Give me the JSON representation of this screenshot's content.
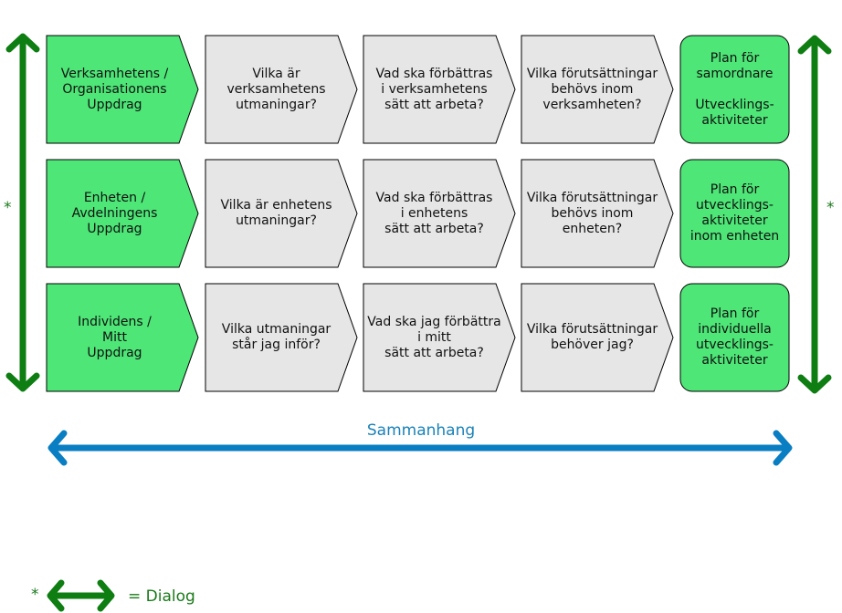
{
  "colors": {
    "green_fill": "#4de677",
    "grey_fill": "#e6e6e6",
    "dialog_green": "#0e7d12",
    "context_blue": "#0a7ec2",
    "text_dark": "#111111"
  },
  "rows": [
    {
      "mission": "Verksamhetens /\nOrganisationens\nUppdrag",
      "steps": [
        "Vilka är\nverksamhetens\nutmaningar?",
        "Vad ska förbättras\ni verksamhetens\nsätt att arbeta?",
        "Vilka förutsättningar\nbehövs inom\nverksamheten?"
      ],
      "plan": "Plan för\nsamordnare\n\nUtvecklings-\naktiviteter"
    },
    {
      "mission": "Enheten /\nAvdelningens\nUppdrag",
      "steps": [
        "Vilka är enhetens\nutmaningar?",
        "Vad ska förbättras\ni enhetens\nsätt att arbeta?",
        "Vilka förutsättningar\nbehövs inom\nenheten?"
      ],
      "plan": "Plan för\nutvecklings-\naktiviteter\ninom enheten"
    },
    {
      "mission": "Individens /\nMitt\nUppdrag",
      "steps": [
        "Vilka utmaningar\nstår jag inför?",
        "Vad ska jag förbättra\ni mitt\nsätt att arbeta?",
        "Vilka förutsättningar\nbehöver jag?"
      ],
      "plan": "Plan för\nindividuella\nutvecklings-\naktiviteter"
    }
  ],
  "dialog_marker": "*",
  "context_label": "Sammanhang",
  "legend": {
    "marker": "*",
    "text": "= Dialog"
  }
}
